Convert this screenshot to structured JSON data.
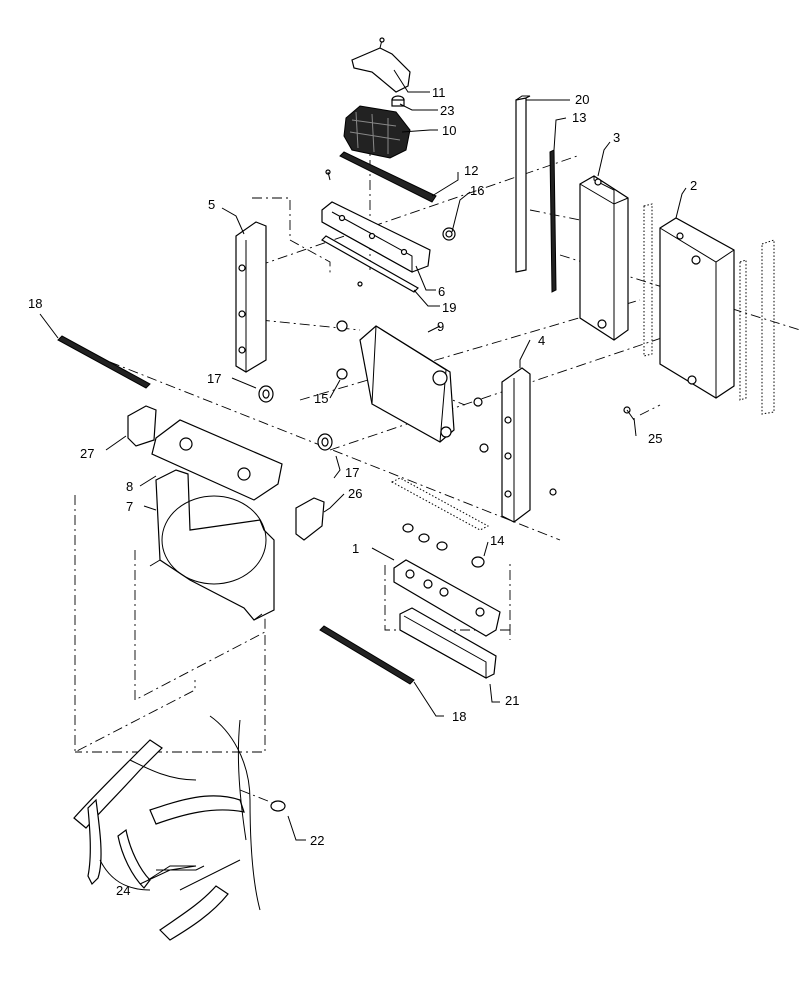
{
  "callouts": {
    "c1": "1",
    "c2": "2",
    "c3": "3",
    "c4": "4",
    "c5": "5",
    "c6": "6",
    "c7": "7",
    "c8": "8",
    "c9": "9",
    "c10": "10",
    "c11": "11",
    "c12": "12",
    "c13": "13",
    "c14": "14",
    "c15": "15",
    "c16": "16",
    "c17a": "17",
    "c17b": "17",
    "c18a": "18",
    "c18b": "18",
    "c19": "19",
    "c20": "20",
    "c21": "21",
    "c22": "22",
    "c23": "23",
    "c24": "24",
    "c25": "25",
    "c26": "26",
    "c27": "27"
  }
}
